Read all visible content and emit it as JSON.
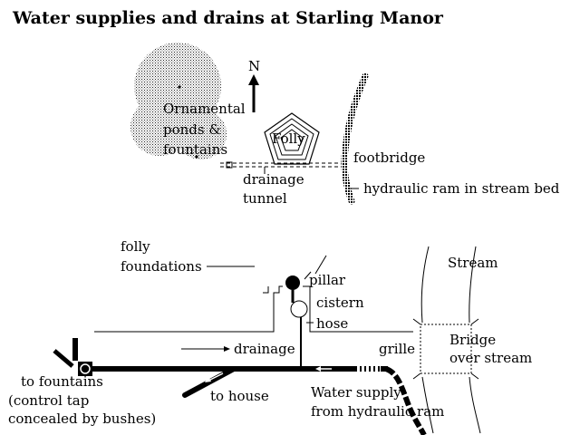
{
  "title": "Water supplies and drains at Starling Manor",
  "top_plan": {
    "north_label": "N",
    "ponds_label": [
      "Ornamental",
      "ponds &",
      "fountains"
    ],
    "folly_label": "Folly",
    "footbridge_label": "footbridge",
    "tunnel_label": [
      "drainage",
      "tunnel"
    ],
    "ram_label": "hydraulic ram in stream bed"
  },
  "section": {
    "folly_foundations_label": [
      "folly",
      "foundations"
    ],
    "pillar_label": "pillar",
    "cistern_label": "cistern",
    "hose_label": "hose",
    "stream_label": "Stream",
    "drainage_label": "drainage",
    "grille_label": "grille",
    "bridge_label": [
      "Bridge",
      "over stream"
    ],
    "fountains_label": [
      "to fountains",
      "(control tap",
      "concealed by bushes)"
    ],
    "house_label": "to house",
    "supply_label": [
      "Water supply",
      "from hydraulic ram"
    ]
  }
}
